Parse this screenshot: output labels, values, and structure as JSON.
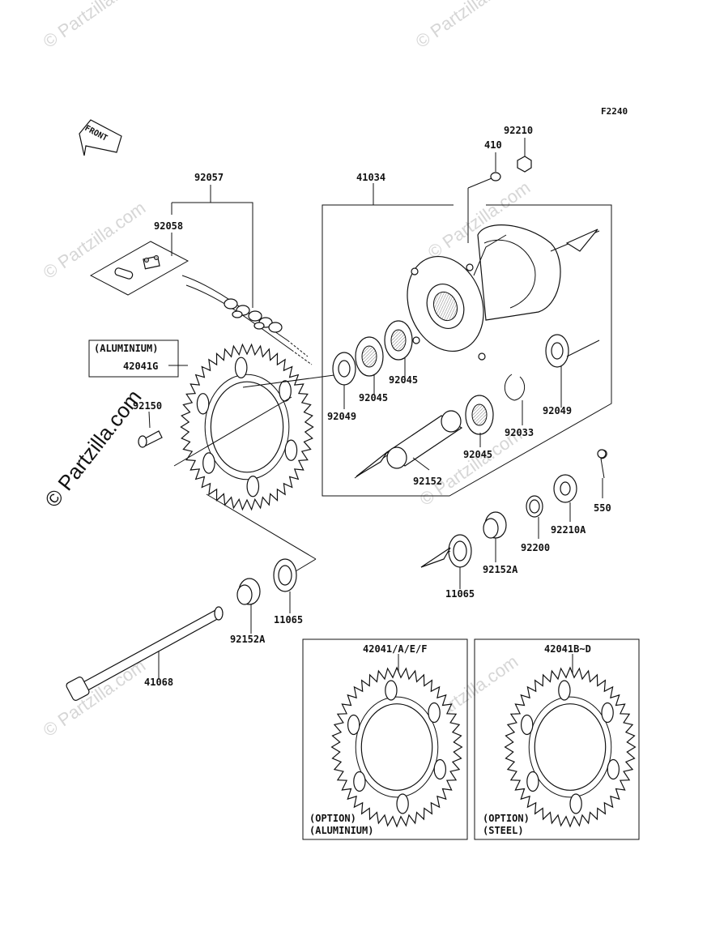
{
  "figure_code": "F2240",
  "front_label": "FRONT",
  "watermark": "© Partzilla.com",
  "labels": {
    "p92210": "92210",
    "p410": "410",
    "p41034": "41034",
    "p92057": "92057",
    "p92058": "92058",
    "aluminium_box": "(ALUMINIUM)",
    "p42041G": "42041G",
    "p92150": "92150",
    "p92049_left": "92049",
    "p92045_a": "92045",
    "p92045_b": "92045",
    "p92049_right": "92049",
    "p92033": "92033",
    "p92045_c": "92045",
    "p92152": "92152",
    "p550": "550",
    "p92210A": "92210A",
    "p92200": "92200",
    "p92152A_right": "92152A",
    "p11065_right": "11065",
    "p11065_left": "11065",
    "p92152A_left": "92152A",
    "p41068": "41068",
    "p42041AEF": "42041/A/E/F",
    "p42041BD": "42041B~D",
    "option_alu_1": "(OPTION)",
    "option_alu_2": "(ALUMINIUM)",
    "option_steel_1": "(OPTION)",
    "option_steel_2": "(STEEL)"
  }
}
